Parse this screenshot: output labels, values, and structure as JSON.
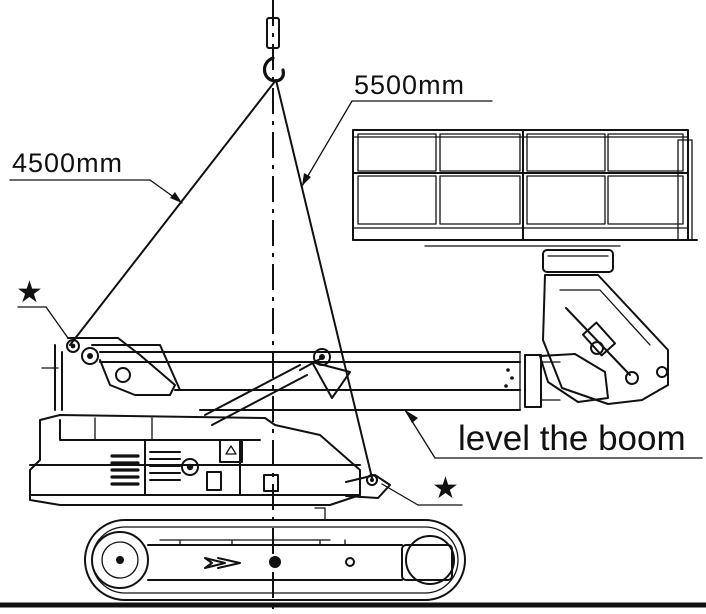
{
  "diagram": {
    "sling_left_length": "4500mm",
    "sling_right_length": "5500mm",
    "instruction": "level the boom",
    "lift_point_marker_left": "★",
    "lift_point_marker_right": "★"
  }
}
